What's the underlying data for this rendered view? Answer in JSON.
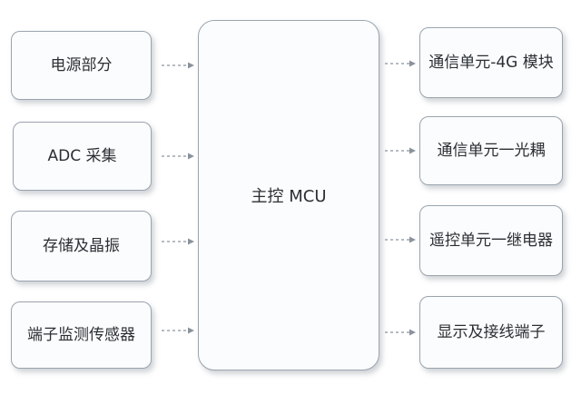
{
  "center": {
    "label": "主控 MCU"
  },
  "left_blocks": [
    {
      "label": "电源部分"
    },
    {
      "label": "ADC 采集"
    },
    {
      "label": "存储及晶振"
    },
    {
      "label": "端子监测传感器"
    }
  ],
  "right_blocks": [
    {
      "label": "通信单元-4G 模块"
    },
    {
      "label": "通信单元一光耦"
    },
    {
      "label": "遥控单元一继电器"
    },
    {
      "label": "显示及接线端子"
    }
  ],
  "colors": {
    "border": "#9aa4ae",
    "arrow": "#8a939c",
    "text": "#2b2f33"
  }
}
